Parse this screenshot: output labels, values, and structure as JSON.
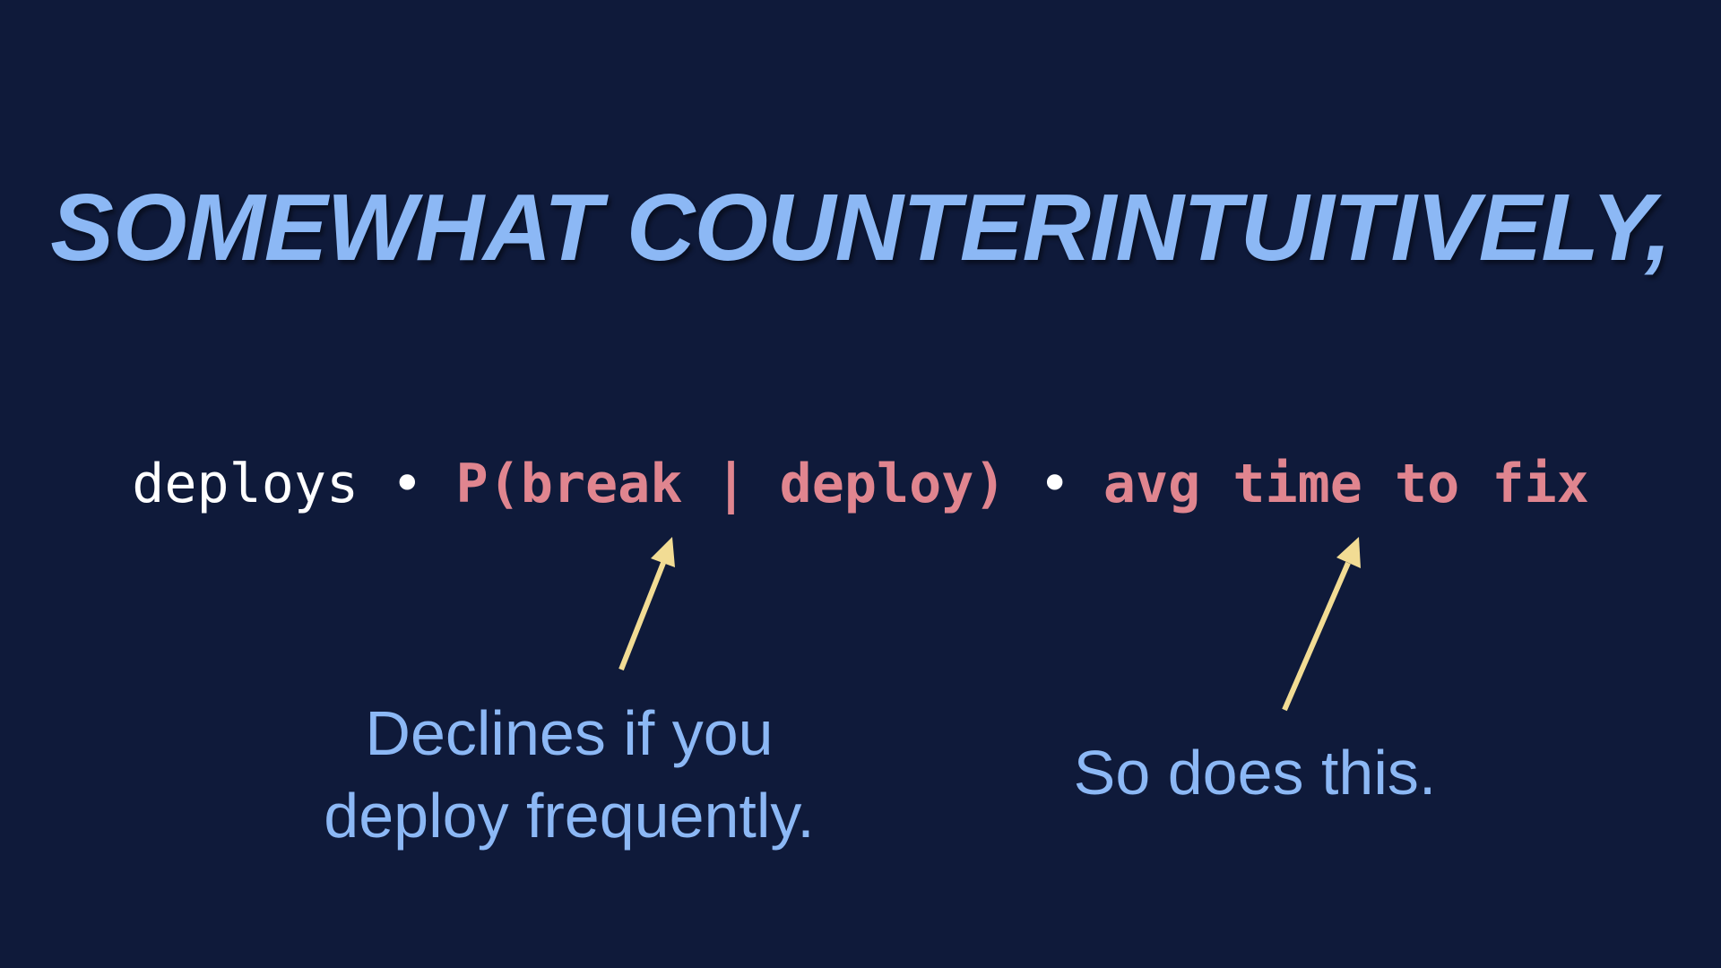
{
  "colors": {
    "background": "#0f1a3a",
    "headline": "#8cb8f5",
    "highlight": "#e0858f",
    "arrow": "#f2dc94",
    "plain_text": "#ffffff"
  },
  "headline": "SOMEWHAT COUNTERINTUITIVELY,",
  "formula": {
    "term1": "deploys",
    "sep1": " • ",
    "term2": "P(break | deploy)",
    "sep2": " • ",
    "term3": "avg time to fix"
  },
  "annotations": {
    "left": {
      "line1": "Declines if you",
      "line2": "deploy frequently."
    },
    "right": {
      "line1": "So does this."
    }
  },
  "icons": {
    "left_arrow": "arrow-up-right-icon",
    "right_arrow": "arrow-up-right-icon"
  }
}
